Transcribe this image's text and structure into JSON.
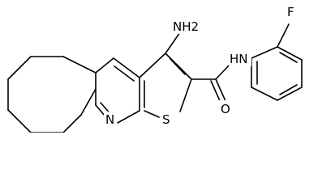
{
  "molecule": {
    "atoms": {
      "amino": "NH2",
      "amide_nh": "HN",
      "fluorine": "F",
      "carbonyl_oxygen": "O",
      "thiophene_sulfur": "S",
      "pyridine_nitrogen": "N"
    }
  }
}
